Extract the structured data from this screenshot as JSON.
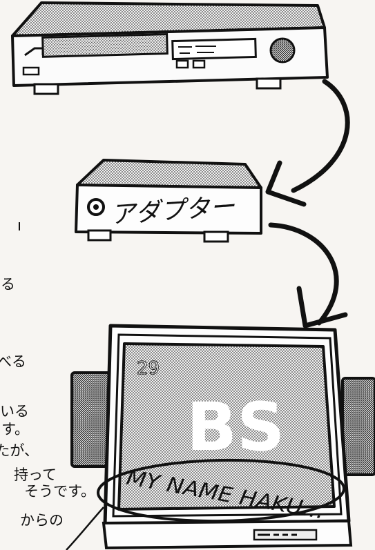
{
  "adapter": {
    "label": "アダプター"
  },
  "tv": {
    "channel": "29",
    "screen_text": "BS",
    "scribble_text": "MY NAME HAKU..."
  },
  "side_text": {
    "line1": "る",
    "line2": "べる",
    "line3": "いる",
    "line4": "す。",
    "line5": "たが、",
    "line6": "持って",
    "line7": "そうです。",
    "line8": "からの"
  }
}
